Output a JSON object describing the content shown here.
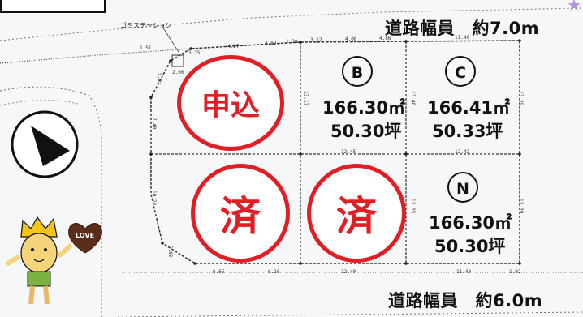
{
  "roads": {
    "top_label": "道路幅員　約7.0m",
    "bottom_label": "道路幅員　約6.0m"
  },
  "lots": [
    {
      "id": "B",
      "area_m2": "166.30㎡",
      "area_tsubo": "50.30坪"
    },
    {
      "id": "C",
      "area_m2": "166.41㎡",
      "area_tsubo": "50.33坪"
    },
    {
      "id": "N",
      "area_m2": "166.30㎡",
      "area_tsubo": "50.30坪"
    }
  ],
  "stamps": {
    "applied": "申込",
    "sold_1": "済",
    "sold_2": "済"
  },
  "garbage_station": "ゴミステーション",
  "dimensions": {
    "top": [
      "1.51",
      "3.25",
      "4.27",
      "4.89",
      "1.30",
      "3.52",
      "4.06",
      "4.86",
      "11.40",
      "2.00"
    ],
    "left": [
      "5.03",
      "7.40",
      "10.23",
      "5.02"
    ],
    "middle_h": [
      "12.45",
      "12.42"
    ],
    "bottom": [
      "6.65",
      "6.10",
      "12.40",
      "11.40",
      "1.02"
    ],
    "vertical_right": [
      "13.17",
      "13.40",
      "13.39",
      "13.35",
      "13.39"
    ]
  },
  "decoration": {
    "heart_text": "LOVE",
    "icons": [
      "north-arrow-icon",
      "mascot-icon",
      "heart-icon",
      "star-icon"
    ]
  },
  "colors": {
    "stamp_red": "#e31d24",
    "text": "#111111",
    "background": "#f6f7f8"
  }
}
